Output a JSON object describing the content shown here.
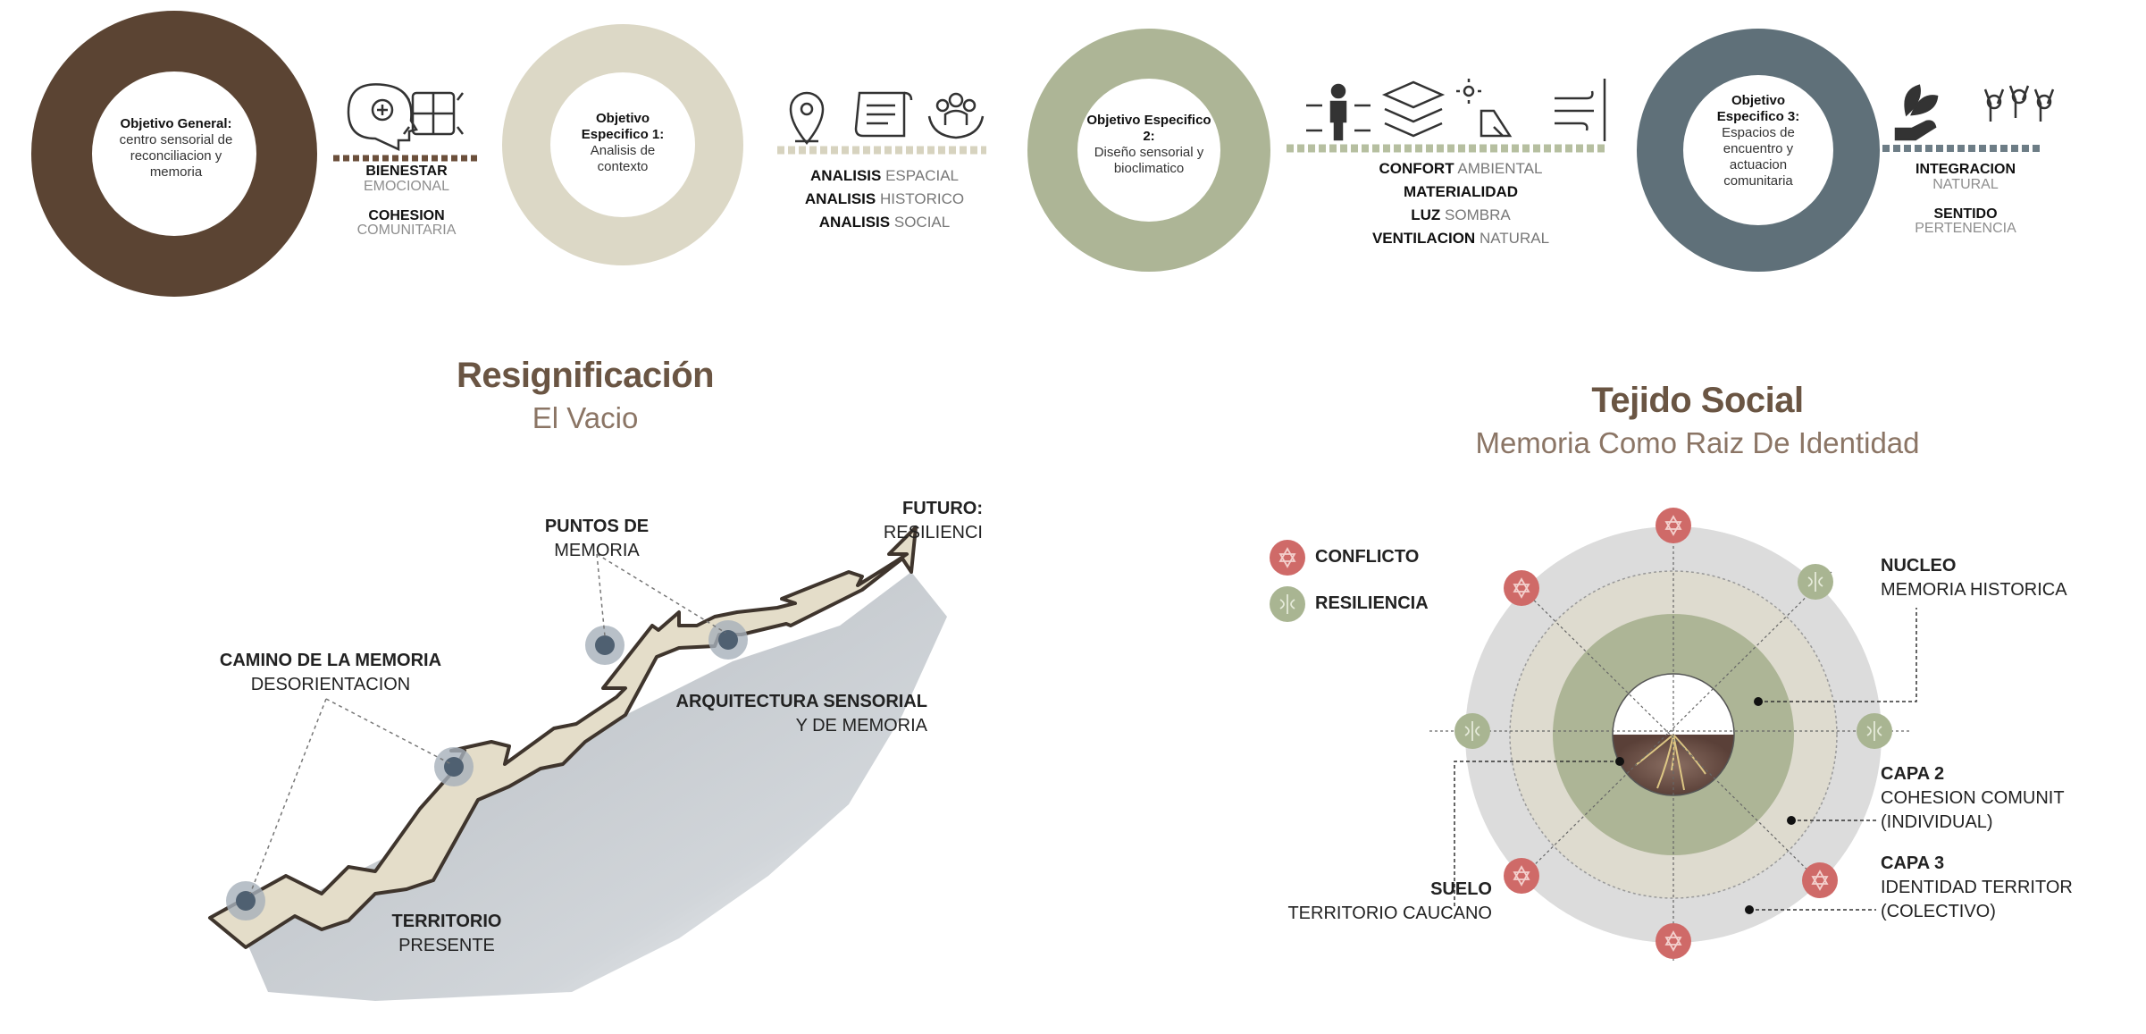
{
  "objectives": [
    {
      "title": "Objetivo General:",
      "text": "centro sensorial de reconciliacion y memoria",
      "color": "#5b4433"
    },
    {
      "title": "Objetivo Especifico 1:",
      "text": "Analisis de contexto",
      "color": "#dcd8c6"
    },
    {
      "title": "Objetivo Especifico 2:",
      "text": "Diseño sensorial y bioclimatico",
      "color": "#adb596"
    },
    {
      "title": "Objetivo Especifico 3:",
      "text": "Espacios de encuentro y actuacion comunitaria",
      "color": "#5f7079"
    }
  ],
  "connectors": {
    "general": [
      {
        "bold": "BIENESTAR",
        "light": "EMOCIONAL"
      },
      {
        "bold": "COHESION",
        "light": "COMUNITARIA"
      }
    ],
    "esp1": [
      {
        "bold": "ANALISIS",
        "light": "ESPACIAL"
      },
      {
        "bold": "ANALISIS",
        "light": "HISTORICO"
      },
      {
        "bold": "ANALISIS",
        "light": "SOCIAL"
      }
    ],
    "esp2": [
      {
        "bold": "CONFORT",
        "light": "AMBIENTAL"
      },
      {
        "bold": "MATERIALIDAD",
        "light": ""
      },
      {
        "bold": "LUZ",
        "light": "SOMBRA"
      },
      {
        "bold": "VENTILACION",
        "light": "NATURAL"
      }
    ],
    "esp3": [
      {
        "bold": "INTEGRACION",
        "light": "NATURAL"
      },
      {
        "bold": "SENTIDO",
        "light": "PERTENENCIA"
      }
    ]
  },
  "left_panel": {
    "title": "Resignificación",
    "subtitle": "El Vacio",
    "labels": {
      "futuro": {
        "b": "FUTURO:",
        "n": "RESILIENCI"
      },
      "puntos": {
        "b": "PUNTOS DE",
        "n": "MEMORIA"
      },
      "camino": {
        "b": "CAMINO DE LA MEMORIA",
        "n": "DESORIENTACION"
      },
      "arquitectura": {
        "b": "ARQUITECTURA SENSORIAL",
        "n": "Y DE MEMORIA"
      },
      "territorio": {
        "b": "TERRITORIO",
        "n": "PRESENTE"
      }
    }
  },
  "right_panel": {
    "title": "Tejido Social",
    "subtitle": "Memoria Como Raiz De Identidad",
    "legend": [
      {
        "label": "CONFLICTO",
        "color": "#cf6a68"
      },
      {
        "label": "RESILIENCIA",
        "color": "#a9b592"
      }
    ],
    "labels": {
      "nucleo": {
        "b": "NUCLEO",
        "n": "MEMORIA HISTORICA"
      },
      "capa2": {
        "b": "CAPA 2",
        "n1": "COHESION COMUNIT",
        "n2": "(INDIVIDUAL)"
      },
      "capa3": {
        "b": "CAPA 3",
        "n1": "IDENTIDAD TERRITOR",
        "n2": "(COLECTIVO)"
      },
      "suelo": {
        "b": "SUELO",
        "n": "TERRITORIO CAUCANO"
      }
    }
  },
  "colors": {
    "brown": "#5b4433",
    "beige": "#dcd8c6",
    "sage": "#adb596",
    "slate": "#5f7079",
    "conflict": "#cf6a68",
    "resilience": "#a9b592",
    "path": "#e4ddc9"
  }
}
